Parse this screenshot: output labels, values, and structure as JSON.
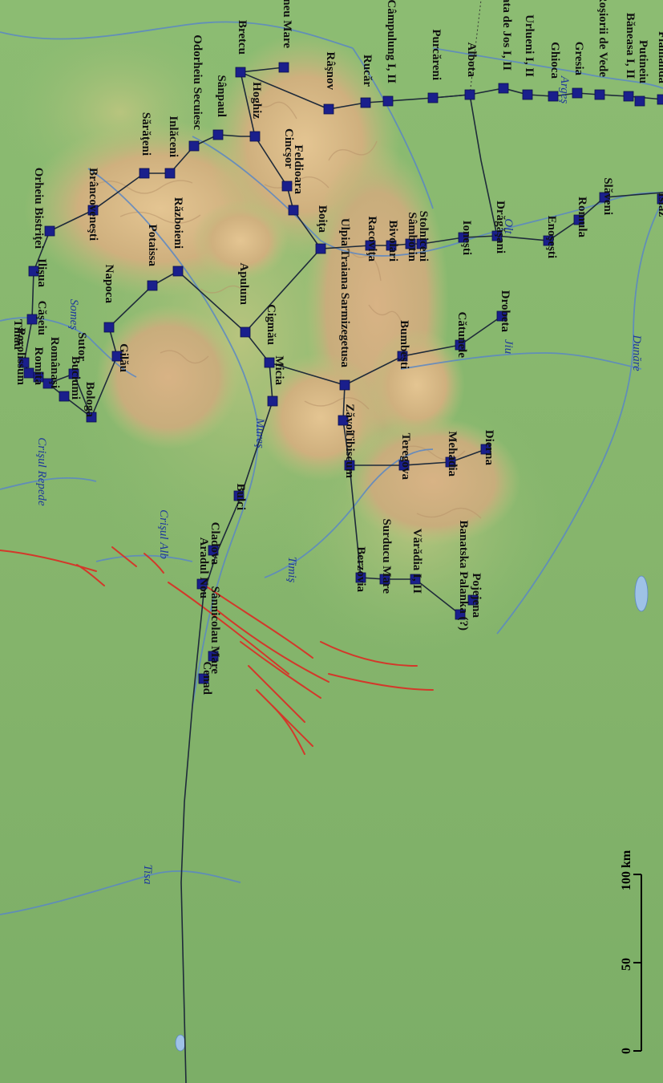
{
  "colors": {
    "lowland": "#7fb36a",
    "hill": "#b9c27d",
    "mountain": "#d9b98a",
    "ridge": "#c79a66",
    "water": "#6f98c9",
    "river": "#4d7fc7",
    "road": "#1e2a3a",
    "fort": "#1a1f8c",
    "red_line": "#d3382a",
    "label": "#111111",
    "river_label": "#1f3a9b"
  },
  "forts": [
    {
      "name": "Porolissum",
      "map": [
        36,
        465
      ],
      "label": [
        22,
        480
      ]
    },
    {
      "name": "Romita",
      "map": [
        48,
        470
      ],
      "label": [
        44,
        480
      ]
    },
    {
      "name": "Românaşi",
      "map": [
        60,
        478
      ],
      "label": [
        64,
        484
      ]
    },
    {
      "name": "Tihău",
      "map": [
        30,
        452
      ],
      "label": [
        18,
        436
      ]
    },
    {
      "name": "Căşeiu",
      "map": [
        40,
        398
      ],
      "label": [
        48,
        418
      ]
    },
    {
      "name": "Ilişua",
      "map": [
        42,
        338
      ],
      "label": [
        48,
        358
      ]
    },
    {
      "name": "Orheiu Bistriţei",
      "map": [
        62,
        288
      ],
      "label": [
        44,
        310
      ]
    },
    {
      "name": "Brâncoveneşti",
      "map": [
        116,
        262
      ],
      "label": [
        112,
        300
      ]
    },
    {
      "name": "Sutor",
      "map": [
        92,
        466
      ],
      "label": [
        98,
        450
      ]
    },
    {
      "name": "Buciumi",
      "map": [
        80,
        494
      ],
      "label": [
        90,
        498
      ]
    },
    {
      "name": "Bologa",
      "map": [
        114,
        520
      ],
      "label": [
        108,
        520
      ]
    },
    {
      "name": "Gilău",
      "map": [
        146,
        444
      ],
      "label": [
        150,
        464
      ]
    },
    {
      "name": "Napoca",
      "map": [
        136,
        408
      ],
      "label": [
        132,
        378
      ]
    },
    {
      "name": "Potaissa",
      "map": [
        190,
        356
      ],
      "label": [
        186,
        332
      ]
    },
    {
      "name": "Războieni",
      "map": [
        222,
        338
      ],
      "label": [
        218,
        310
      ]
    },
    {
      "name": "Sărăţeni",
      "map": [
        180,
        216
      ],
      "label": [
        178,
        194
      ]
    },
    {
      "name": "Inlăceni",
      "map": [
        212,
        216
      ],
      "label": [
        212,
        196
      ]
    },
    {
      "name": "Odorheiu Secuiesc",
      "map": [
        242,
        182
      ],
      "label": [
        242,
        162
      ]
    },
    {
      "name": "Sânpaul",
      "map": [
        272,
        168
      ],
      "label": [
        272,
        146
      ]
    },
    {
      "name": "Bretcu",
      "map": [
        300,
        90
      ],
      "label": [
        298,
        68
      ]
    },
    {
      "name": "Boroşneu Mare",
      "map": [
        354,
        84
      ],
      "label": [
        354,
        60
      ]
    },
    {
      "name": "Hoghiz",
      "map": [
        318,
        170
      ],
      "label": [
        316,
        148
      ]
    },
    {
      "name": "Cincşor",
      "map": [
        358,
        232
      ],
      "label": [
        356,
        210
      ]
    },
    {
      "name": "Feldioara",
      "map": [
        366,
        262
      ],
      "label": [
        368,
        242
      ]
    },
    {
      "name": "Boiţa",
      "map": [
        400,
        310
      ],
      "label": [
        398,
        290
      ]
    },
    {
      "name": "Râşnov",
      "map": [
        410,
        136
      ],
      "label": [
        408,
        112
      ]
    },
    {
      "name": "Rucăr",
      "map": [
        456,
        128
      ],
      "label": [
        454,
        108
      ]
    },
    {
      "name": "Câmpulung I, II",
      "map": [
        484,
        126
      ],
      "label": [
        484,
        104
      ]
    },
    {
      "name": "Purcăreni",
      "map": [
        540,
        122
      ],
      "label": [
        540,
        100
      ]
    },
    {
      "name": "Albota",
      "map": [
        586,
        118
      ],
      "label": [
        584,
        96
      ]
    },
    {
      "name": "Săpata de Jos I, II",
      "map": [
        628,
        110
      ],
      "label": [
        628,
        88
      ]
    },
    {
      "name": "Urlueni I, II",
      "map": [
        658,
        118
      ],
      "label": [
        656,
        96
      ]
    },
    {
      "name": "Ghioca",
      "map": [
        690,
        120
      ],
      "label": [
        688,
        98
      ]
    },
    {
      "name": "Gresia",
      "map": [
        720,
        116
      ],
      "label": [
        718,
        94
      ]
    },
    {
      "name": "Roşiorii de Vede",
      "map": [
        748,
        118
      ],
      "label": [
        748,
        96
      ]
    },
    {
      "name": "Băneasa I, II",
      "map": [
        784,
        120
      ],
      "label": [
        782,
        98
      ]
    },
    {
      "name": "Putineiu",
      "map": [
        798,
        126
      ],
      "label": [
        798,
        104
      ]
    },
    {
      "name": "Flămânda",
      "map": [
        826,
        124
      ],
      "label": [
        822,
        104
      ]
    },
    {
      "name": "Racoviţa",
      "map": [
        462,
        306
      ],
      "label": [
        460,
        326
      ]
    },
    {
      "name": "Bivolari",
      "map": [
        488,
        306
      ],
      "label": [
        486,
        326
      ]
    },
    {
      "name": "Sâmbotin",
      "map": [
        512,
        304
      ],
      "label": [
        510,
        326
      ]
    },
    {
      "name": "Stolniceni",
      "map": [
        526,
        304
      ],
      "label": [
        524,
        326
      ]
    },
    {
      "name": "Ioneşti",
      "map": [
        578,
        296
      ],
      "label": [
        578,
        318
      ]
    },
    {
      "name": "Drăgăşani",
      "map": [
        620,
        294
      ],
      "label": [
        620,
        316
      ]
    },
    {
      "name": "Enoşeşti",
      "map": [
        684,
        300
      ],
      "label": [
        684,
        322
      ]
    },
    {
      "name": "Romula",
      "map": [
        722,
        274
      ],
      "label": [
        722,
        296
      ]
    },
    {
      "name": "Slăveni",
      "map": [
        754,
        246
      ],
      "label": [
        754,
        268
      ]
    },
    {
      "name": "Islaz",
      "map": [
        826,
        248
      ],
      "label": [
        822,
        270
      ]
    },
    {
      "name": "Apulum",
      "map": [
        306,
        414
      ],
      "label": [
        300,
        380
      ]
    },
    {
      "name": "Cigmău",
      "map": [
        336,
        452
      ],
      "label": [
        334,
        430
      ]
    },
    {
      "name": "Micia",
      "map": [
        340,
        500
      ],
      "label": [
        344,
        480
      ]
    },
    {
      "name": "Ulpia Traiana Sarmizegetusa",
      "map": [
        430,
        480
      ],
      "label": [
        426,
        458
      ]
    },
    {
      "name": "Bumbeşti",
      "map": [
        502,
        444
      ],
      "label": [
        500,
        460
      ]
    },
    {
      "name": "Cătunele",
      "map": [
        574,
        430
      ],
      "label": [
        572,
        446
      ]
    },
    {
      "name": "Drobeta",
      "map": [
        626,
        394
      ],
      "label": [
        626,
        414
      ]
    },
    {
      "name": "Zăvoi",
      "map": [
        428,
        524
      ],
      "label": [
        432,
        540
      ]
    },
    {
      "name": "Tibiscum",
      "map": [
        436,
        580
      ],
      "label": [
        432,
        596
      ]
    },
    {
      "name": "Teregova",
      "map": [
        504,
        580
      ],
      "label": [
        502,
        598
      ]
    },
    {
      "name": "Mehadia",
      "map": [
        562,
        576
      ],
      "label": [
        560,
        594
      ]
    },
    {
      "name": "Dierna",
      "map": [
        606,
        560
      ],
      "label": [
        606,
        580
      ]
    },
    {
      "name": "Berzovia",
      "map": [
        450,
        720
      ],
      "label": [
        446,
        738
      ]
    },
    {
      "name": "Surducu Mare",
      "map": [
        480,
        722
      ],
      "label": [
        478,
        740
      ]
    },
    {
      "name": "Vărădia I, II",
      "map": [
        518,
        722
      ],
      "label": [
        516,
        740
      ]
    },
    {
      "name": "Banatska Palanka (?)",
      "map": [
        574,
        766
      ],
      "label": [
        574,
        786
      ]
    },
    {
      "name": "Pojejena",
      "map": [
        590,
        748
      ],
      "label": [
        590,
        770
      ]
    },
    {
      "name": "Bulci",
      "map": [
        298,
        618
      ],
      "label": [
        296,
        636
      ]
    },
    {
      "name": "Cladova",
      "map": [
        266,
        686
      ],
      "label": [
        264,
        704
      ]
    },
    {
      "name": "Aradul Nou",
      "map": [
        252,
        728
      ],
      "label": [
        250,
        746
      ]
    },
    {
      "name": "Cenad",
      "map": [
        254,
        846
      ],
      "label": [
        254,
        866
      ]
    },
    {
      "name": "Sânnicolau Mare",
      "map": [
        266,
        818
      ],
      "label": [
        264,
        840
      ]
    }
  ],
  "rivers": [
    {
      "name": "Crişul Repede",
      "label": [
        48,
        588
      ]
    },
    {
      "name": "Crişul Alb",
      "label": [
        200,
        666
      ]
    },
    {
      "name": "Someş",
      "label": [
        88,
        392
      ]
    },
    {
      "name": "Mureş",
      "label": [
        320,
        540
      ]
    },
    {
      "name": "Timiş",
      "label": [
        360,
        710
      ]
    },
    {
      "name": "Tisa",
      "label": [
        180,
        1090
      ]
    },
    {
      "name": "Jiu",
      "label": [
        630,
        432
      ]
    },
    {
      "name": "Olt",
      "label": [
        630,
        282
      ]
    },
    {
      "name": "Argeş",
      "label": [
        700,
        112
      ]
    },
    {
      "name": "Dunăre",
      "label": [
        790,
        440
      ]
    }
  ],
  "scale": {
    "ticks": [
      "0",
      "50",
      "100 km"
    ]
  }
}
